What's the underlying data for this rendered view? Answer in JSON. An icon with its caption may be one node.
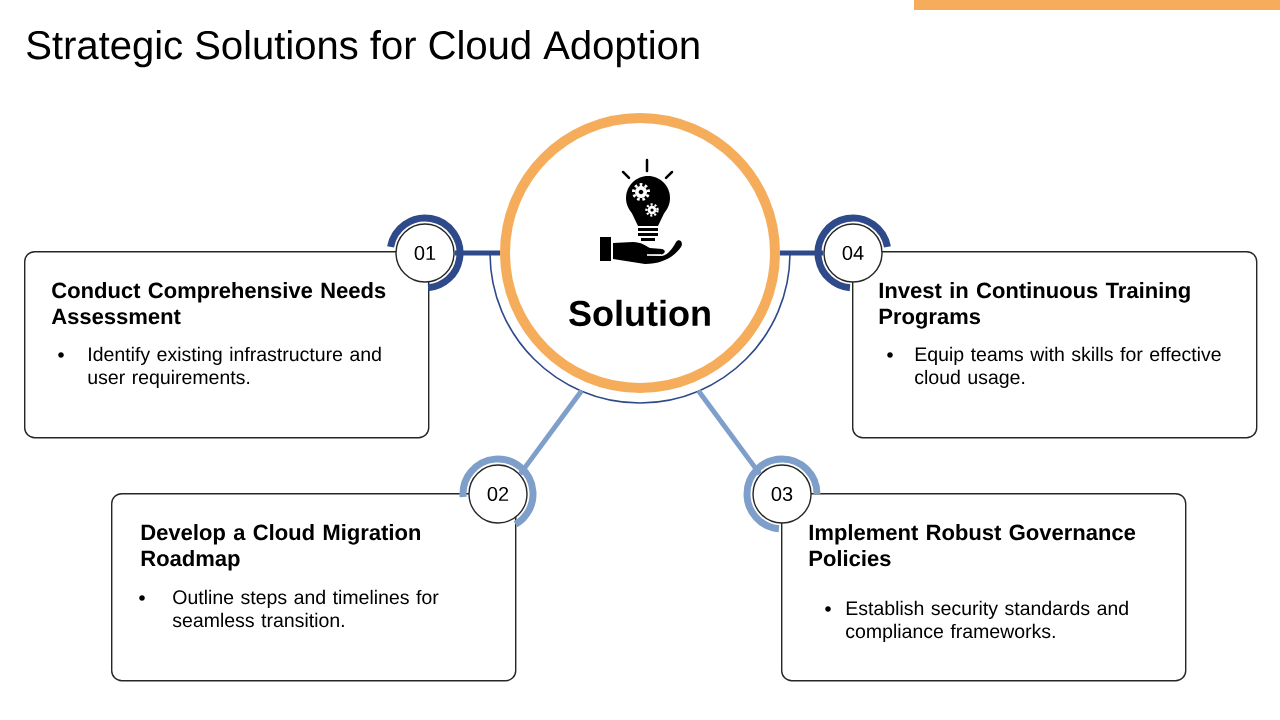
{
  "diagram": {
    "title": "Strategic Solutions for Cloud Adoption",
    "nodes": [
      {
        "text": [
          "Solution"
        ]
      },
      {
        "text": [
          "01"
        ]
      },
      {
        "text": [
          "Conduct Comprehensive Needs Assessment",
          "Identify existing infrastructure and user requirements."
        ]
      },
      {
        "text": [
          "02"
        ]
      },
      {
        "text": [
          "Develop a Cloud Migration Roadmap",
          "Outline steps and timelines for seamless transition."
        ]
      },
      {
        "text": [
          "03"
        ]
      },
      {
        "text": [
          "Implement Robust Governance Policies",
          "Establish security standards and compliance frameworks."
        ]
      },
      {
        "text": [
          "04"
        ]
      },
      {
        "text": [
          "Invest in Continuous Training Programs",
          "Equip teams with skills for effective cloud usage."
        ]
      }
    ],
    "edges": [
      {
        "from": 0,
        "to": 1,
        "arrow": "none",
        "color": "#2f4a8a"
      },
      {
        "from": 0,
        "to": 3,
        "arrow": "none",
        "color": "#7f9fcb"
      },
      {
        "from": 0,
        "to": 5,
        "arrow": "none",
        "color": "#7f9fcb"
      },
      {
        "from": 0,
        "to": 7,
        "arrow": "none",
        "color": "#2f4a8a"
      }
    ]
  }
}
